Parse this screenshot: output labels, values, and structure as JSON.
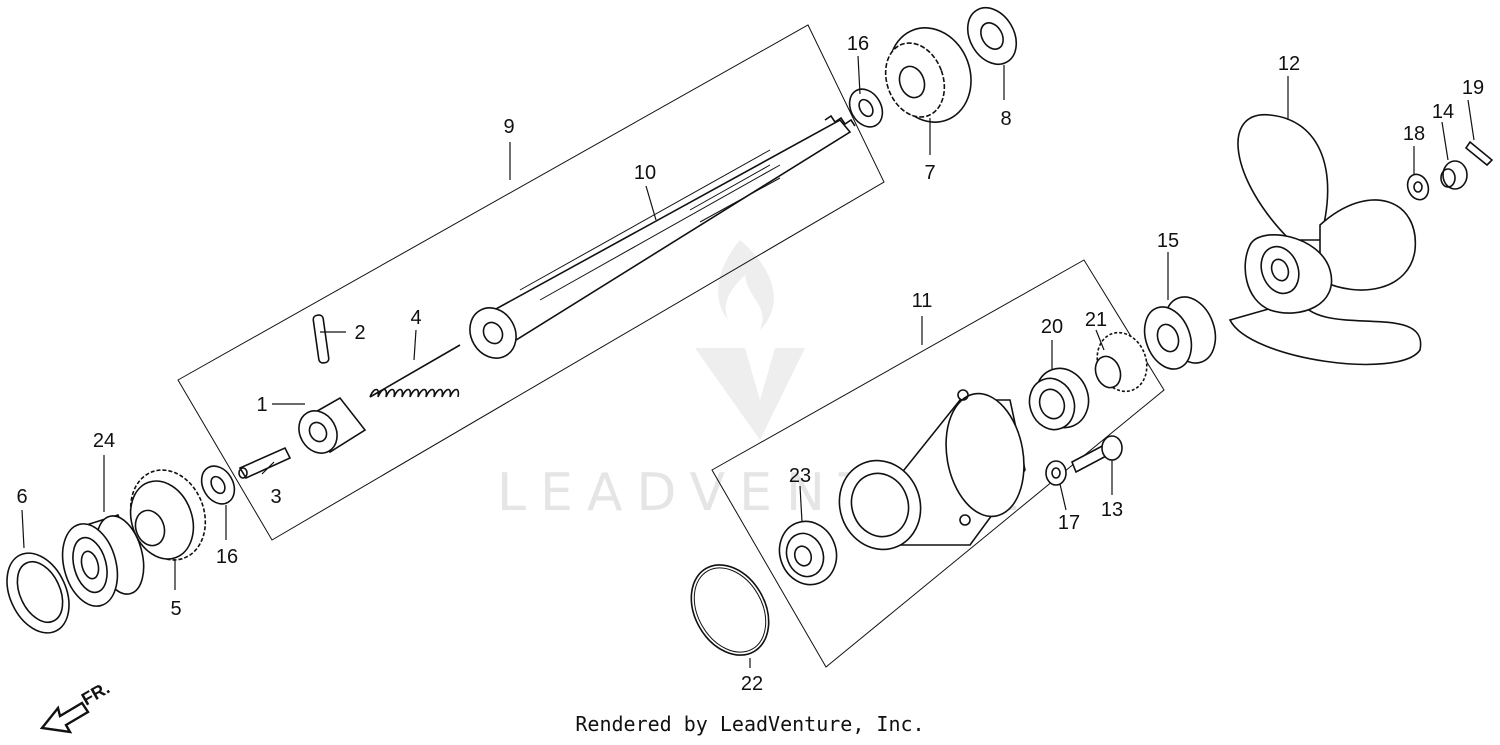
{
  "parts": {
    "p1": "1",
    "p2": "2",
    "p3": "3",
    "p4": "4",
    "p5": "5",
    "p6": "6",
    "p7": "7",
    "p8": "8",
    "p9": "9",
    "p10": "10",
    "p11": "11",
    "p12": "12",
    "p13": "13",
    "p14": "14",
    "p15": "15",
    "p16a": "16",
    "p16b": "16",
    "p17": "17",
    "p18": "18",
    "p19": "19",
    "p20": "20",
    "p21": "21",
    "p22": "22",
    "p23": "23",
    "p24": "24"
  },
  "direction_label": "FR.",
  "watermark": "LEADVENTURE",
  "credit": "Rendered by LeadVenture, Inc."
}
